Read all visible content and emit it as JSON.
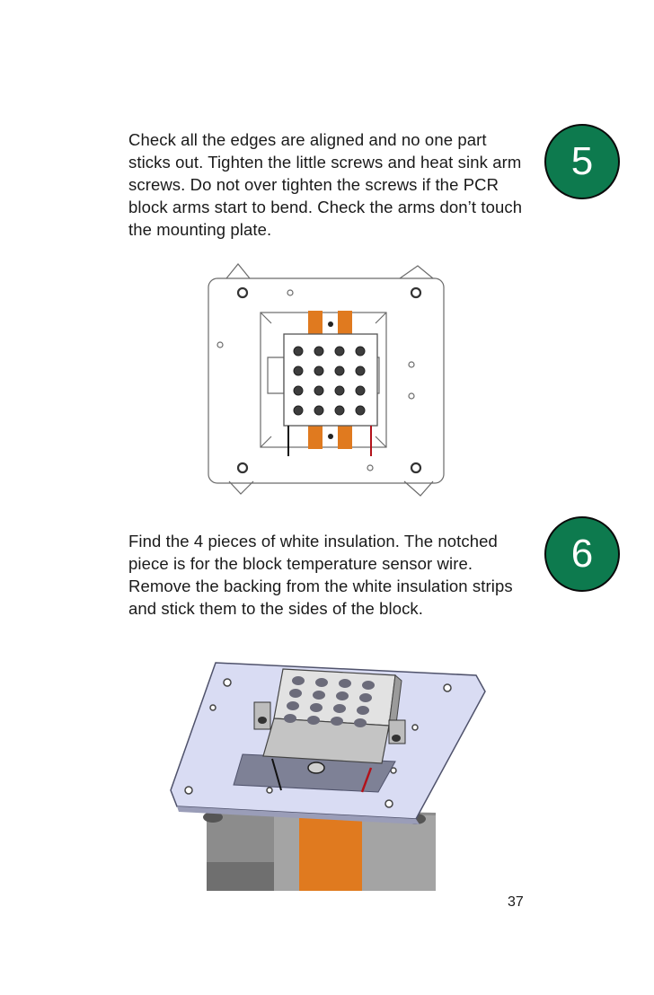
{
  "steps": [
    {
      "number": "5",
      "text": "Check all the edges are aligned and no one part sticks out. Tighten the little screws and heat sink arm screws. Do not over tighten the screws if the PCR block arms start to bend. Check the arms don’t touch the mounting plate."
    },
    {
      "number": "6",
      "text": "Find the 4 pieces of white insulation. The notched piece is for the block temperature sensor wire. Remove the backing from the white insulation strips and stick them to the sides of the block."
    }
  ],
  "page_number": "37",
  "colors": {
    "badge_green": "#0d7a4e",
    "insulation_orange": "#e07a1f",
    "plate_blue": "#d9dcf3",
    "wire_red": "#b3121a"
  }
}
